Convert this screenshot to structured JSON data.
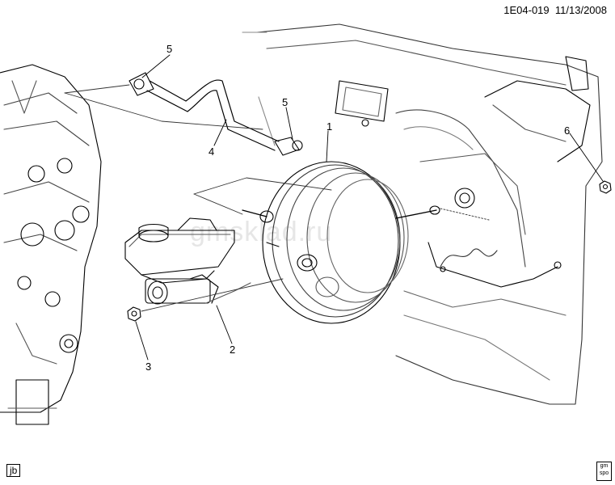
{
  "header": {
    "code": "1E04-019",
    "date": "11/13/2008"
  },
  "callouts": [
    {
      "id": "callout-1",
      "text": "1"
    },
    {
      "id": "callout-2",
      "text": "2"
    },
    {
      "id": "callout-3",
      "text": "3"
    },
    {
      "id": "callout-4",
      "text": "4"
    },
    {
      "id": "callout-5a",
      "text": "5"
    },
    {
      "id": "callout-5b",
      "text": "5"
    },
    {
      "id": "callout-6",
      "text": "6"
    }
  ],
  "footer": {
    "tag": "jb",
    "logo_text": "gm spo"
  },
  "watermark": "gmsklad.ru"
}
